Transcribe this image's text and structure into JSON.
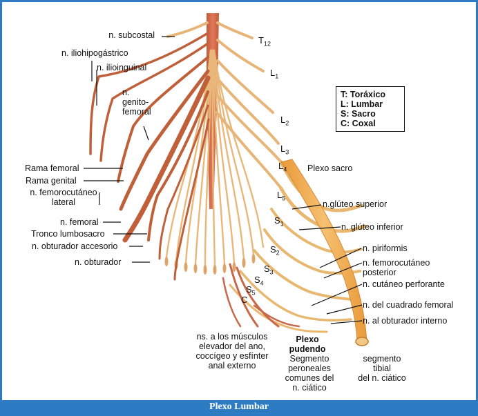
{
  "diagram": {
    "labels_left": {
      "subcostal": "n. subcostal",
      "iliohipogastrico": "n. iliohipogástrico",
      "ilioinguinal": "n. ilioinguinal",
      "genitofemoral": "n.\ngenito-\nfemoral",
      "rama_femoral": "Rama femoral",
      "rama_genital": "Rama genital",
      "femorocutaneo_lateral": "n. femorocutáneo\nlateral",
      "femoral": "n. femoral",
      "tronco_lumbosacro": "Tronco lumbosacro",
      "obturador_accesorio": "n. obturador accesorio",
      "obturador": "n. obturador"
    },
    "levels": [
      "T",
      "12",
      "L",
      "1",
      "L",
      "2",
      "L",
      "3",
      "L",
      "4",
      "L",
      "5",
      "S",
      "1",
      "S",
      "2",
      "S",
      "3",
      "S",
      "4",
      "S",
      "5",
      "C"
    ],
    "level_labels": {
      "t12_main": "T",
      "t12_sub": "12",
      "l1_main": "L",
      "l1_sub": "1",
      "l2_main": "L",
      "l2_sub": "2",
      "l3_main": "L",
      "l3_sub": "3",
      "l4_main": "L",
      "l4_sub": "4",
      "l5_main": "L",
      "l5_sub": "5",
      "s1_main": "S",
      "s1_sub": "1",
      "s2_main": "S",
      "s2_sub": "2",
      "s3_main": "S",
      "s3_sub": "3",
      "s4_main": "S",
      "s4_sub": "4",
      "s5_main": "S",
      "s5_sub": "5",
      "c": "C"
    },
    "legend": [
      "T: Toráxico",
      "L: Lumbar",
      "S: Sacro",
      "C: Coxal"
    ],
    "labels_right": {
      "plexo_sacro": "Plexo sacro",
      "gluteo_superior": "n.glúteo superior",
      "gluteo_inferior": "n. glúteo inferior",
      "piriformis": "n. piriformis",
      "femorocutaneo_posterior": "n. femorocutáneo\nposterior",
      "cutaneo_perforante": "n. cutáneo perforante",
      "cuadrado_femoral": "n. del cuadrado femoral",
      "obturador_interno": "n. al obturador interno"
    },
    "labels_bottom": {
      "musculos": "ns.  a los músculos\nelevador del ano,\ncoccígeo y esfínter\nanal externo",
      "plexo_pudendo": "Plexo\npudendo",
      "segmento_peroneales": "Segmento\nperoneales\ncomunes del\nn. ciático",
      "segmento_tibial": "segmento\ntibial\ndel n. ciático"
    },
    "colors": {
      "lumbar_nerve": "#c0603a",
      "lumbar_nerve_light": "#d98a5e",
      "sacral_nerve": "#e8b870",
      "sacral_nerve_light": "#f4d9a0",
      "sciatic": "#f0a848",
      "frame": "#2d7cc3"
    }
  },
  "caption": "Plexo Lumbar"
}
